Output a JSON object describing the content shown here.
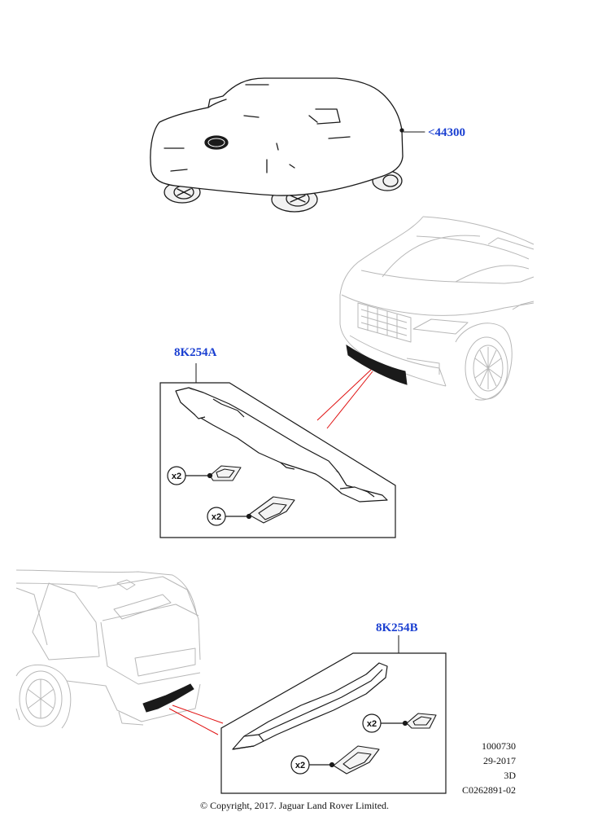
{
  "callouts": {
    "car_cover": "<44300",
    "front_part": "8K254A",
    "rear_part": "8K254B"
  },
  "quantity_labels": {
    "front_upper": "x2",
    "front_lower": "x2",
    "rear_upper": "x2",
    "rear_lower": "x2"
  },
  "illustration_info": {
    "line1": "1000730",
    "line2": "29-2017",
    "line3": "3D",
    "line4": "C0262891-02"
  },
  "copyright": "© Copyright, 2017. Jaguar Land Rover Limited.",
  "colors": {
    "callout_link": "#1a3fd1",
    "leader_line": "#e01010",
    "line_art": "#1a1a1a",
    "ghost_line_art": "#b8b8b8"
  }
}
